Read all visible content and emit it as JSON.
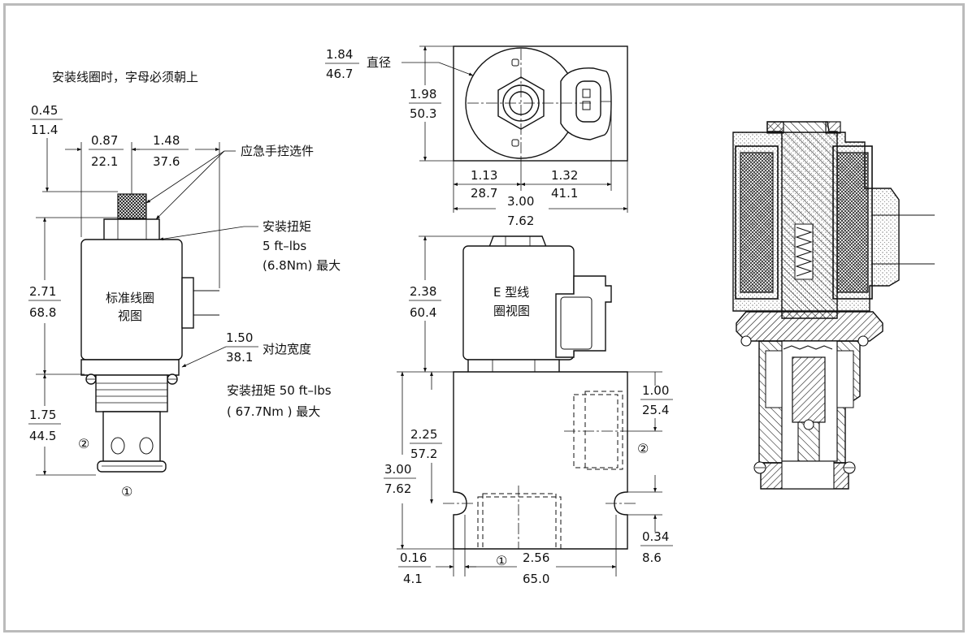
{
  "notes": {
    "coil_orientation": "安装线圈时，字母必须朝上",
    "manual_override": "应急手控选件",
    "coil_torque_title": "安装扭矩",
    "coil_torque_ft": "5 ft–lbs",
    "coil_torque_nm": "(6.8Nm) 最大",
    "cartridge_torque": "安装扭矩 50 ft–lbs",
    "cartridge_torque_nm": "( 67.7Nm ) 最大",
    "hex_flats": "对边宽度",
    "diameter": "直径",
    "std_coil_line1": "标准线圈",
    "std_coil_line2": "视图",
    "e_coil_line1": "E 型线",
    "e_coil_line2": "圈视图"
  },
  "ports": {
    "port1": "①",
    "port2": "②"
  },
  "dims": {
    "d_045": {
      "in": "0.45",
      "mm": "11.4"
    },
    "d_087": {
      "in": "0.87",
      "mm": "22.1"
    },
    "d_148": {
      "in": "1.48",
      "mm": "37.6"
    },
    "d_271": {
      "in": "2.71",
      "mm": "68.8"
    },
    "d_150": {
      "in": "1.50",
      "mm": "38.1"
    },
    "d_175": {
      "in": "1.75",
      "mm": "44.5"
    },
    "d_184": {
      "in": "1.84",
      "mm": "46.7"
    },
    "d_198": {
      "in": "1.98",
      "mm": "50.3"
    },
    "d_113": {
      "in": "1.13",
      "mm": "28.7"
    },
    "d_132": {
      "in": "1.32",
      "mm": "41.1"
    },
    "d_300w": {
      "in": "3.00",
      "mm": "7.62"
    },
    "d_238": {
      "in": "2.38",
      "mm": "60.4"
    },
    "d_100": {
      "in": "1.00",
      "mm": "25.4"
    },
    "d_225": {
      "in": "2.25",
      "mm": "57.2"
    },
    "d_300h": {
      "in": "3.00",
      "mm": "7.62"
    },
    "d_034": {
      "in": "0.34",
      "mm": "8.6"
    },
    "d_016": {
      "in": "0.16",
      "mm": "4.1"
    },
    "d_256": {
      "in": "2.56",
      "mm": "65.0"
    }
  }
}
